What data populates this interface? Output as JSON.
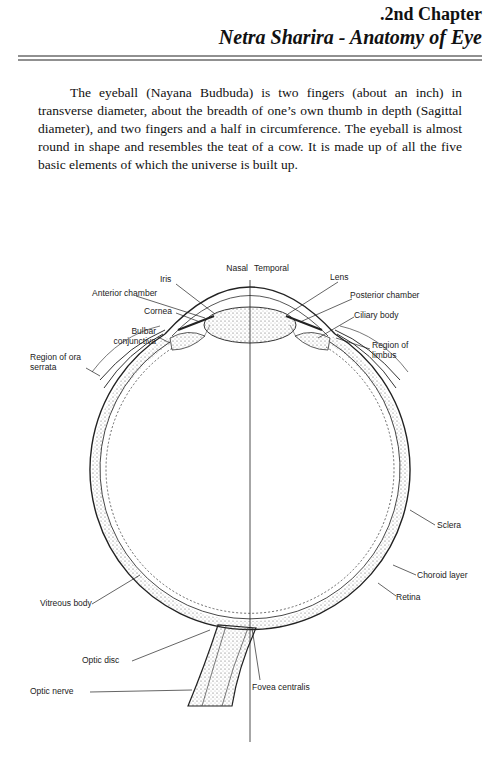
{
  "diagram": {
    "title": "Netra Sharira - Anatomy of Eye",
    "labels": [
      ".2nd Chapter",
      "The eyeball (Nayana Budbuda) is two fingers (about an inch) in transverse diameter, about the breadth of one’s own thumb in depth (Sagittal diameter), and two fingers and a half in circumference. The eyeball is almost round in shape and resembles the teat of a cow. It is made up of all the five basic elements of which the universe is built up.",
      "Nasal",
      "Temporal",
      "Iris",
      "Lens",
      "Anterior chamber",
      "Posterior chamber",
      "Cornea",
      "Ciliary body",
      "Bulbar conjunctiva",
      "Region of limbus",
      "Region of ora serrata",
      "Sclera",
      "Choroid layer",
      "Retina",
      "Vitreous body",
      "Optic disc",
      "Fovea centralis",
      "Optic nerve"
    ]
  }
}
